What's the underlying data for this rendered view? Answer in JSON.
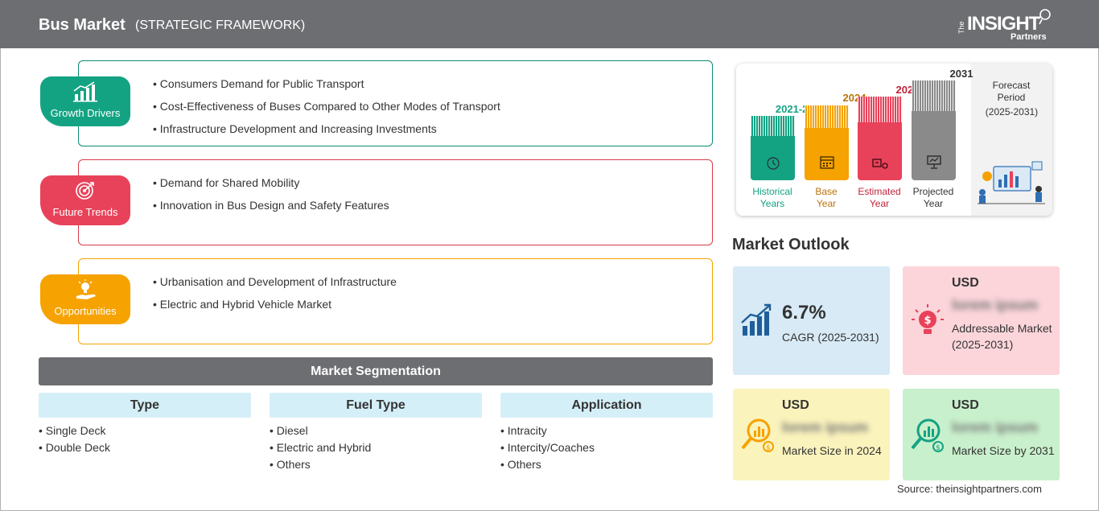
{
  "header": {
    "title": "Bus Market",
    "subtitle": "(STRATEGIC FRAMEWORK)",
    "logo": {
      "the": "The",
      "insight": "INSIGHT",
      "partners": "Partners"
    }
  },
  "drivers": {
    "growth": {
      "label": "Growth Drivers",
      "color": "#13a383",
      "items": [
        "Consumers Demand for Public Transport",
        "Cost-Effectiveness of Buses Compared to Other Modes of Transport",
        "Infrastructure Development and Increasing Investments"
      ]
    },
    "trends": {
      "label": "Future Trends",
      "color": "#e8425a",
      "items": [
        "Demand for Shared Mobility",
        "Innovation in Bus Design and Safety Features"
      ]
    },
    "opportunities": {
      "label": "Opportunities",
      "color": "#f6a200",
      "items": [
        "Urbanisation and Development of Infrastructure",
        "Electric and Hybrid Vehicle Market"
      ]
    }
  },
  "segmentation": {
    "title": "Market Segmentation",
    "columns": [
      {
        "header": "Type",
        "items": [
          "Single Deck",
          "Double Deck"
        ]
      },
      {
        "header": "Fuel Type",
        "items": [
          "Diesel",
          "Electric and Hybrid",
          "Others"
        ]
      },
      {
        "header": "Application",
        "items": [
          "Intracity",
          "Intercity/Coaches",
          "Others"
        ]
      }
    ]
  },
  "timeline": {
    "columns": [
      {
        "year": "2021-2023",
        "label_1": "Historical",
        "label_2": "Years",
        "color": "#13a383",
        "icon": "history-icon"
      },
      {
        "year": "2024",
        "label_1": "Base",
        "label_2": "Year",
        "color": "#f6a200",
        "icon": "calendar-icon"
      },
      {
        "year": "2025",
        "label_1": "Estimated",
        "label_2": "Year",
        "color": "#e8425a",
        "icon": "estimate-icon"
      },
      {
        "year": "2031",
        "label_1": "Projected",
        "label_2": "Year",
        "color": "#8a8a8a",
        "icon": "presentation-icon"
      }
    ],
    "forecast_title": "Forecast Period",
    "forecast_period": "(2025-2031)"
  },
  "outlook": {
    "title": "Market Outlook",
    "cagr": {
      "value": "6.7%",
      "label": "CAGR (2025-2031)"
    },
    "addressable": {
      "usd": "USD",
      "value": "lorem ipsum",
      "label": "Addressable Market (2025-2031)"
    },
    "size_2024": {
      "usd": "USD",
      "value": "lorem ipsum",
      "label": "Market Size in 2024"
    },
    "size_2031": {
      "usd": "USD",
      "value": "lorem ipsum",
      "label": "Market Size by 2031"
    }
  },
  "source": "Source: theinsightpartners.com"
}
